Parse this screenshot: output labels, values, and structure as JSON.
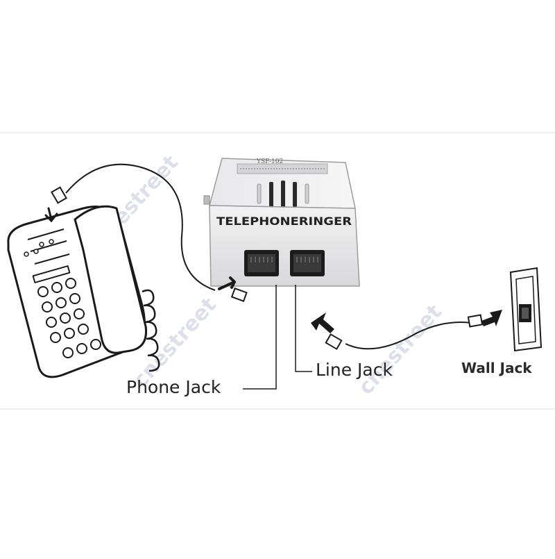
{
  "diagram": {
    "device": {
      "title": "TELEPHONERINGER",
      "model": "YSF-102"
    },
    "labels": {
      "phone_jack": "Phone Jack",
      "line_jack": "Line Jack",
      "wall_jack": "Wall Jack"
    },
    "watermark": "cnestreet",
    "colors": {
      "line": "#1a1a1a",
      "device_body": "#e9e9ea",
      "device_shadow": "#c9c9cb",
      "arrow": "#1a1a1a",
      "watermark": "#dcdfe8"
    }
  }
}
